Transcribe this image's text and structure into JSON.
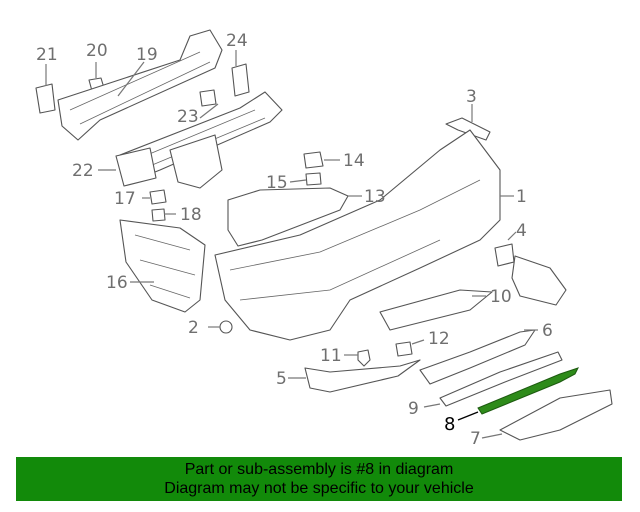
{
  "diagram": {
    "highlight_color": "#2e8b1a",
    "callouts": [
      {
        "id": "c1",
        "label": "1"
      },
      {
        "id": "c2",
        "label": "2"
      },
      {
        "id": "c3",
        "label": "3"
      },
      {
        "id": "c4",
        "label": "4"
      },
      {
        "id": "c5",
        "label": "5"
      },
      {
        "id": "c6",
        "label": "6"
      },
      {
        "id": "c7",
        "label": "7"
      },
      {
        "id": "c8",
        "label": "8",
        "highlighted": true
      },
      {
        "id": "c9",
        "label": "9"
      },
      {
        "id": "c10",
        "label": "10"
      },
      {
        "id": "c11",
        "label": "11"
      },
      {
        "id": "c12",
        "label": "12"
      },
      {
        "id": "c13",
        "label": "13"
      },
      {
        "id": "c14",
        "label": "14"
      },
      {
        "id": "c15",
        "label": "15"
      },
      {
        "id": "c16",
        "label": "16"
      },
      {
        "id": "c17",
        "label": "17"
      },
      {
        "id": "c18",
        "label": "18"
      },
      {
        "id": "c19",
        "label": "19"
      },
      {
        "id": "c20",
        "label": "20"
      },
      {
        "id": "c21",
        "label": "21"
      },
      {
        "id": "c22",
        "label": "22"
      },
      {
        "id": "c23",
        "label": "23"
      },
      {
        "id": "c24",
        "label": "24"
      }
    ]
  },
  "banner": {
    "line1": "Part or sub-assembly is #8 in diagram",
    "line2": "Diagram may not be specific to your vehicle",
    "background": "#128a0a"
  }
}
